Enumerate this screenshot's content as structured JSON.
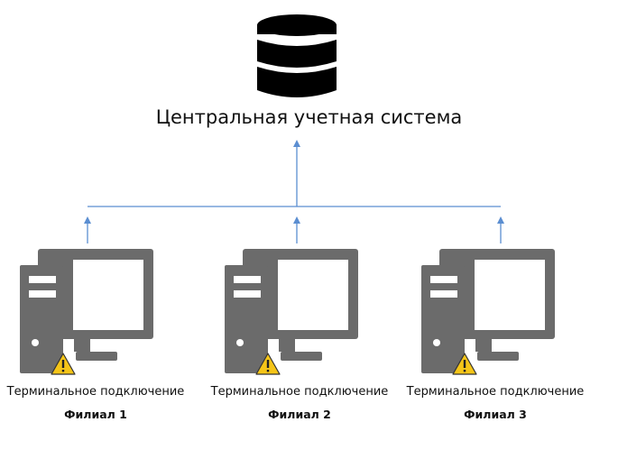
{
  "central": {
    "label": "Центральная учетная система",
    "icon": "database-icon"
  },
  "colors": {
    "connector": "#5b8ed1",
    "icon_gray": "#6b6b6b",
    "database": "#000000",
    "warning_fill": "#f5c518"
  },
  "branches": [
    {
      "caption": "Терминальное подключение",
      "name": "Филиал 1",
      "icon": "workstation-icon",
      "badge": "warning-icon"
    },
    {
      "caption": "Терминальное подключение",
      "name": "Филиал 2",
      "icon": "workstation-icon",
      "badge": "warning-icon"
    },
    {
      "caption": "Терминальное подключение",
      "name": "Филиал 3",
      "icon": "workstation-icon",
      "badge": "warning-icon"
    }
  ]
}
